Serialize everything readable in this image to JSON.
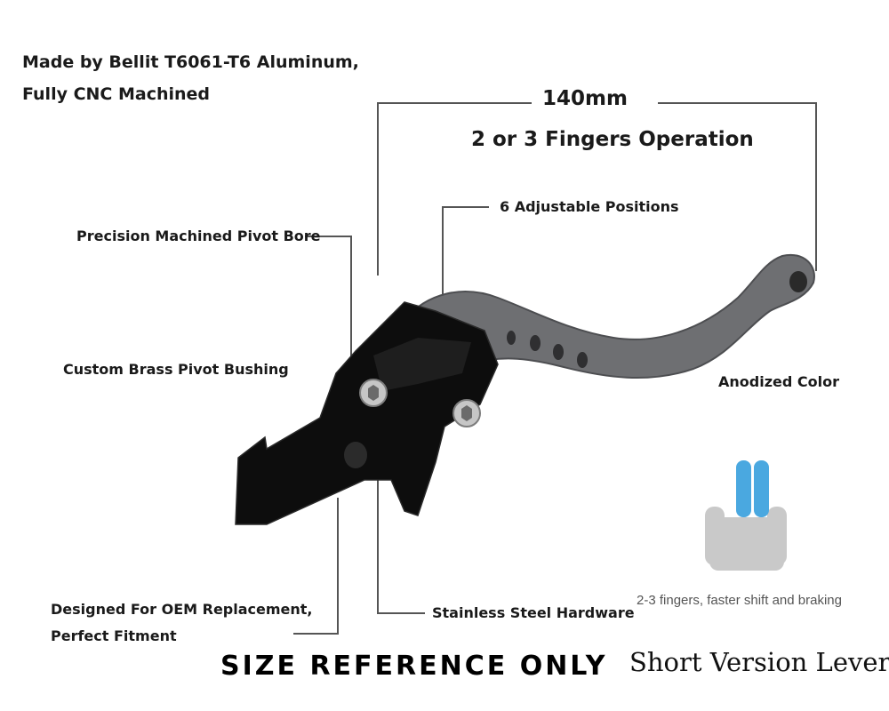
{
  "headline": {
    "line1": "Made by Bellit T6061-T6 Aluminum,",
    "line2": "Fully CNC Machined"
  },
  "dimension": {
    "length": "140mm",
    "operation": "2 or 3 Fingers Operation"
  },
  "callouts": {
    "adjustable": "6 Adjustable Positions",
    "pivot_bore": "Precision Machined Pivot Bore",
    "bushing": "Custom Brass Pivot Bushing",
    "anodized": "Anodized Color",
    "oem_line1": "Designed For OEM Replacement,",
    "oem_line2": "Perfect Fitment",
    "hardware": "Stainless Steel Hardware"
  },
  "finger_graphic": {
    "caption": "2-3 fingers, faster shift and braking",
    "finger_color": "#4aa8e0",
    "hand_color": "#c9c9c9"
  },
  "footer": {
    "size_reference": "SIZE REFERENCE ONLY",
    "version": "Short Version Lever"
  },
  "colors": {
    "lever_arm": "#6e6f72",
    "lever_body": "#0d0d0d",
    "leader_line": "#555555",
    "text": "#1a1a1a"
  }
}
